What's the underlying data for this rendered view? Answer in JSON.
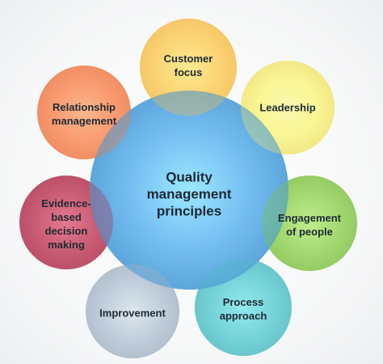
{
  "center": {
    "title": "Quality\nmanagement\nprinciples",
    "color": "#4f9fd8"
  },
  "principles": [
    {
      "id": "customer-focus",
      "label": "Customer\nfocus",
      "color": "#f6c45e"
    },
    {
      "id": "leadership",
      "label": "Leadership",
      "color": "#f1e87e"
    },
    {
      "id": "engagement-of-people",
      "label": "Engagement\nof people",
      "color": "#8fc85a"
    },
    {
      "id": "process-approach",
      "label": "Process\napproach",
      "color": "#5fc3c9"
    },
    {
      "id": "improvement",
      "label": "Improvement",
      "color": "#aebccb"
    },
    {
      "id": "evidence-based-decision-making",
      "label": "Evidence-\nbased\ndecision\nmaking",
      "color": "#b8455e"
    },
    {
      "id": "relationship-management",
      "label": "Relationship\nmanagement",
      "color": "#f0875a"
    }
  ]
}
